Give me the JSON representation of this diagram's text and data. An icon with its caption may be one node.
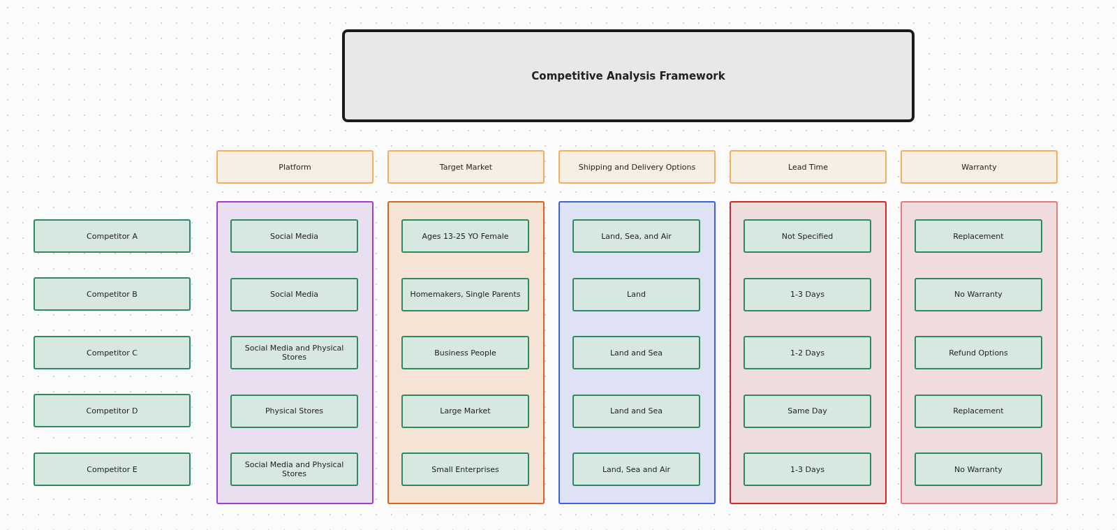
{
  "diagram": {
    "nodes": [
      {
        "text": [
          "Competitive Analysis Framework"
        ]
      },
      {
        "text": [
          "Platform"
        ]
      },
      {
        "text": [
          "Target Market"
        ]
      },
      {
        "text": [
          "Shipping and Delivery Options"
        ]
      },
      {
        "text": [
          "Lead Time"
        ]
      },
      {
        "text": [
          "Warranty"
        ]
      },
      {
        "text": [
          "Competitor A"
        ]
      },
      {
        "text": [
          "Competitor B"
        ]
      },
      {
        "text": [
          "Competitor C"
        ]
      },
      {
        "text": [
          "Competitor D"
        ]
      },
      {
        "text": [
          "Competitor E"
        ]
      },
      {
        "text": [],
        "shape": "box"
      },
      {
        "text": [
          "Social Media"
        ],
        "in": 11
      },
      {
        "text": [
          "Social Media"
        ],
        "in": 11
      },
      {
        "text": [
          "Social Media and Physical Stores"
        ],
        "in": 11
      },
      {
        "text": [
          "Physical Stores"
        ],
        "in": 11
      },
      {
        "text": [
          "Social Media and Physical Stores"
        ],
        "in": 11
      },
      {
        "text": [],
        "shape": "box"
      },
      {
        "text": [
          "Ages 13-25 YO Female"
        ],
        "in": 17
      },
      {
        "text": [
          "Homemakers, Single Parents"
        ],
        "in": 17
      },
      {
        "text": [
          "Business People"
        ],
        "in": 17
      },
      {
        "text": [
          "Large Market"
        ],
        "in": 17
      },
      {
        "text": [
          "Small Enterprises"
        ],
        "in": 17
      },
      {
        "text": [],
        "shape": "box"
      },
      {
        "text": [
          "Land, Sea, and Air"
        ],
        "in": 23
      },
      {
        "text": [
          "Land"
        ],
        "in": 23
      },
      {
        "text": [
          "Land and Sea"
        ],
        "in": 23
      },
      {
        "text": [
          "Land and Sea"
        ],
        "in": 23
      },
      {
        "text": [
          "Land, Sea and Air"
        ],
        "in": 23
      },
      {
        "text": [],
        "shape": "box"
      },
      {
        "text": [
          "Not Specified"
        ],
        "in": 29
      },
      {
        "text": [
          "1-3 Days"
        ],
        "in": 29
      },
      {
        "text": [
          "1-2 Days"
        ],
        "in": 29
      },
      {
        "text": [
          "Same Day"
        ],
        "in": 29
      },
      {
        "text": [
          "1-3 Days"
        ],
        "in": 29
      },
      {
        "text": [],
        "shape": "box"
      },
      {
        "text": [
          "Replacement"
        ],
        "in": 35
      },
      {
        "text": [
          "No Warranty"
        ],
        "in": 35
      },
      {
        "text": [
          "Refund Options"
        ],
        "in": 35
      },
      {
        "text": [
          "Replacement"
        ],
        "in": 35
      },
      {
        "text": [
          "No Warranty"
        ],
        "in": 35
      }
    ],
    "edges": []
  }
}
